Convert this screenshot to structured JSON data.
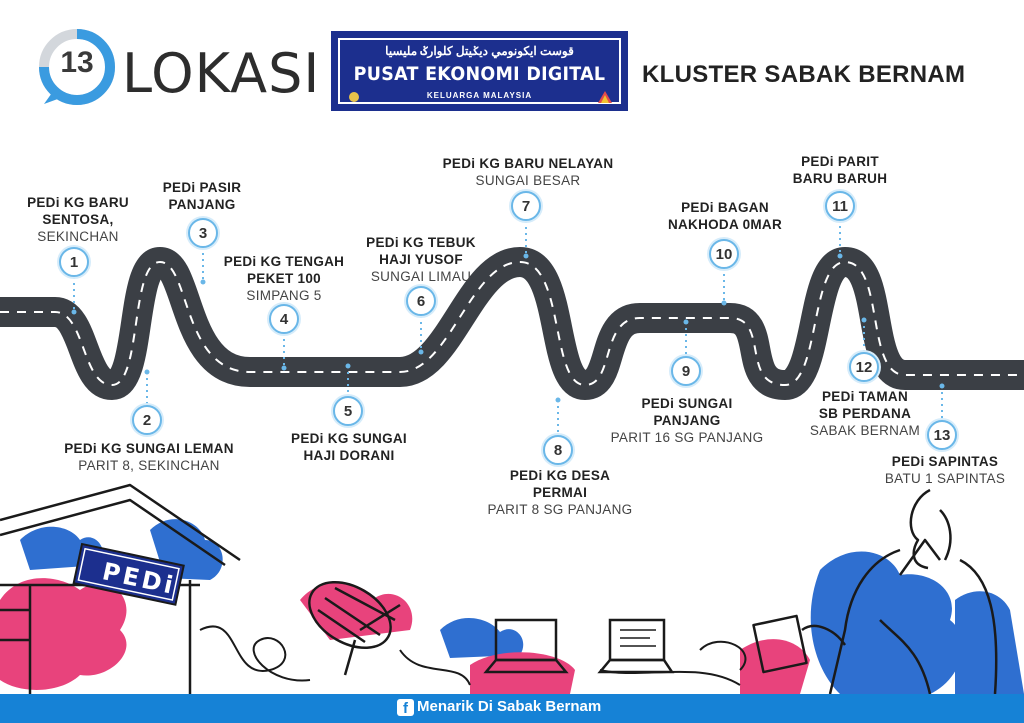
{
  "header": {
    "count": "13",
    "lokasi": "LOKASI",
    "sign_jawi": "قوست ايكونومي ديݢيتل كلوارݢ مليسيا",
    "sign_title": "PUSAT EKONOMI DIGITAL",
    "sign_sub": "KELUARGA MALAYSIA",
    "cluster": "KLUSTER SABAK BERNAM"
  },
  "locations": [
    {
      "num": "1",
      "name": "PEDi KG BARU\nSENTOSA,",
      "sub": "SEKINCHAN"
    },
    {
      "num": "2",
      "name": "PEDi KG SUNGAI LEMAN",
      "sub": "PARIT 8, SEKINCHAN"
    },
    {
      "num": "3",
      "name": "PEDi PASIR\nPANJANG",
      "sub": ""
    },
    {
      "num": "4",
      "name": "PEDi KG TENGAH\nPEKET 100",
      "sub": "SIMPANG 5"
    },
    {
      "num": "5",
      "name": "PEDi KG SUNGAI\nHAJI DORANI",
      "sub": ""
    },
    {
      "num": "6",
      "name": "PEDi KG TEBUK\nHAJI YUSOF",
      "sub": "SUNGAI LIMAU"
    },
    {
      "num": "7",
      "name": "PEDi KG BARU NELAYAN",
      "sub": "SUNGAI BESAR"
    },
    {
      "num": "8",
      "name": "PEDi KG DESA\nPERMAI",
      "sub": "PARIT 8 SG PANJANG"
    },
    {
      "num": "9",
      "name": "PEDi SUNGAI\nPANJANG",
      "sub": "PARIT 16 SG PANJANG"
    },
    {
      "num": "10",
      "name": "PEDi BAGAN\nNAKHODA 0MAR",
      "sub": ""
    },
    {
      "num": "11",
      "name": "PEDi PARIT\nBARU BARUH",
      "sub": ""
    },
    {
      "num": "12",
      "name": "PEDi TAMAN\nSB PERDANA",
      "sub": "SABAK BERNAM"
    },
    {
      "num": "13",
      "name": "PEDi SAPINTAS",
      "sub": "BATU 1 SAPINTAS"
    }
  ],
  "illustration": {
    "building_sign": "PEDi"
  },
  "footer": {
    "facebook_icon": "facebook-icon",
    "text": "Menarik Di Sabak Bernam",
    "color": "#1682d6"
  },
  "colors": {
    "road": "#3b3f45",
    "marker_ring": "#6ab7e8",
    "sign_blue": "#1c2f8e",
    "pink": "#e8437c",
    "blue_splash": "#2f6fd0"
  }
}
